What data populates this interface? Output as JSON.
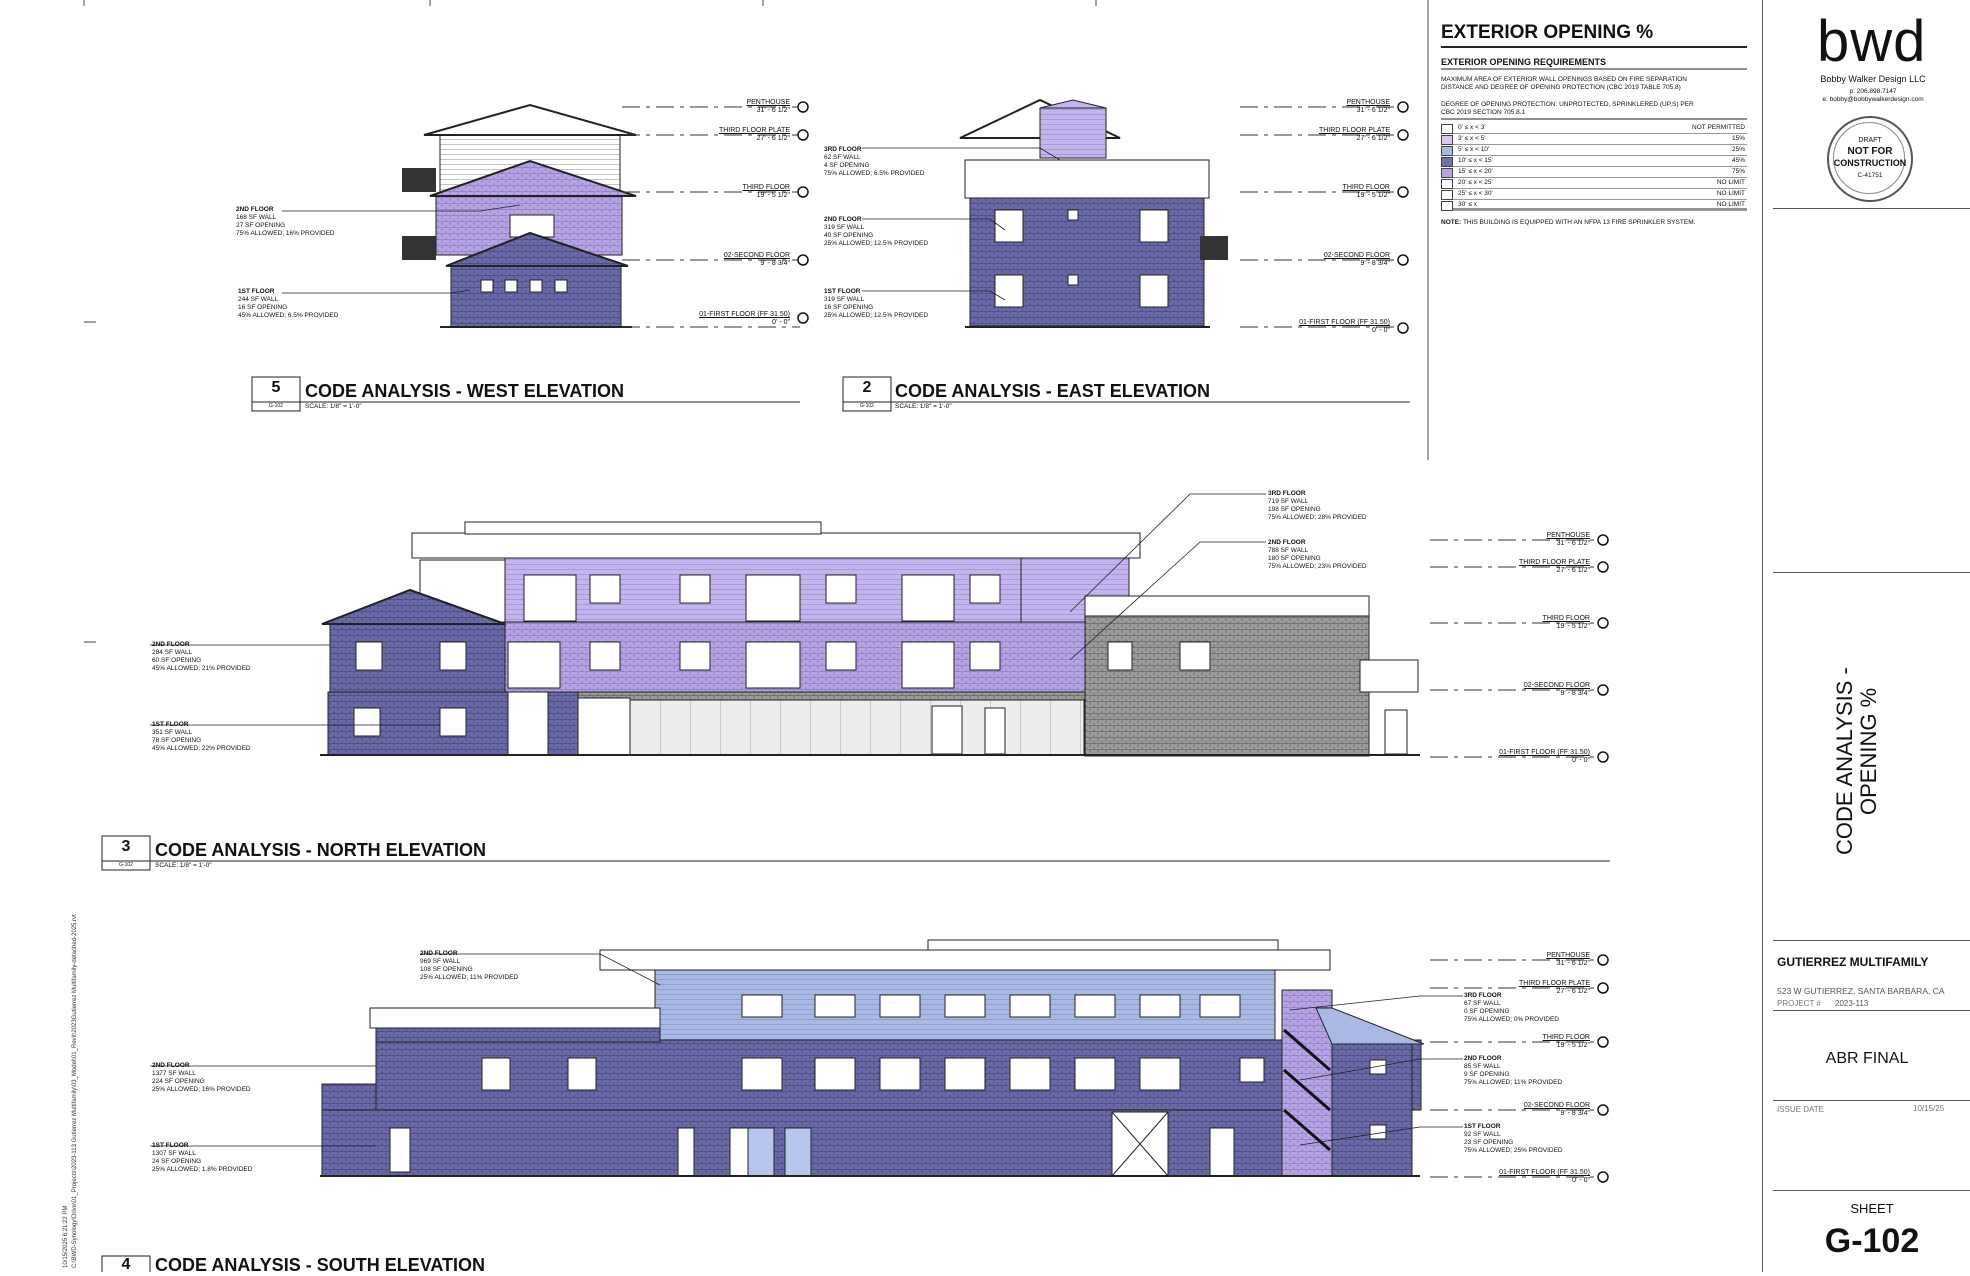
{
  "legend": {
    "title": "EXTERIOR OPENING %",
    "subtitle": "EXTERIOR OPENING REQUIREMENTS",
    "desc1": "MAXIMUM AREA OF EXTERIOR WALL OPENINGS BASED ON FIRE SEPARATION",
    "desc2": "DISTANCE AND DEGREE OF OPENING PROTECTION (CBC 2019 TABLE 705.8)",
    "desc3": "DEGREE OF OPENING PROTECTION: UNPROTECTED, SPRINKLERED (UP,S) PER",
    "desc4": "CBC 2019 SECTION 705.8.1",
    "rows": [
      {
        "range": "0' ≤ x < 3'",
        "value": "NOT PERMITTED",
        "color": "#ffffff"
      },
      {
        "range": "3' ≤ x < 5'",
        "value": "15%",
        "color": "#d9c9f0"
      },
      {
        "range": "5' ≤ x < 10'",
        "value": "25%",
        "color": "#a9b7e0"
      },
      {
        "range": "10' ≤ x < 15'",
        "value": "45%",
        "color": "#6f6fb3"
      },
      {
        "range": "15' ≤ x < 20'",
        "value": "75%",
        "color": "#b7a3e3"
      },
      {
        "range": "20' ≤ x < 25'",
        "value": "NO LIMIT",
        "color": "#ffffff"
      },
      {
        "range": "25' ≤ x < 30'",
        "value": "NO LIMIT",
        "color": "#ffffff"
      },
      {
        "range": "30' ≤ x",
        "value": "NO LIMIT",
        "color": "#ffffff"
      }
    ],
    "note_label": "NOTE:",
    "note": "THIS BUILDING IS EQUIPPED WITH AN NFPA 13 FIRE SPRINKLER SYSTEM."
  },
  "levels": {
    "penthouse": "PENTHOUSE",
    "penthouse_v": "31' - 6 1/2\"",
    "third_plate": "THIRD FLOOR PLATE",
    "third_plate_v": "27' - 6 1/2\"",
    "third": "THIRD FLOOR",
    "third_v": "19' - 5 1/2\"",
    "second": "02-SECOND FLOOR",
    "second_v": "9' - 8 3/4\"",
    "first": "01-FIRST FLOOR (FF 31.50)",
    "first_v": "0' - 0\""
  },
  "west": {
    "num": "5",
    "sheet": "G-102",
    "title": "CODE ANALYSIS - WEST ELEVATION",
    "scale": "SCALE: 1/8\" = 1'-0\"",
    "n2": [
      "2ND FLOOR",
      "168 SF WALL",
      "27 SF OPENING",
      "75% ALLOWED; 16% PROVIDED"
    ],
    "n1": [
      "1ST FLOOR",
      "244 SF WALL",
      "16 SF OPENING",
      "45% ALLOWED; 6.5% PROVIDED"
    ]
  },
  "east": {
    "num": "2",
    "sheet": "G-102",
    "title": "CODE ANALYSIS - EAST ELEVATION",
    "scale": "SCALE: 1/8\" = 1'-0\"",
    "n3": [
      "3RD FLOOR",
      "62 SF WALL",
      "4 SF OPENING",
      "75% ALLOWED; 6.5% PROVIDED"
    ],
    "n2": [
      "2ND FLOOR",
      "319 SF WALL",
      "40 SF OPENING",
      "25% ALLOWED; 12.5% PROVIDED"
    ],
    "n1": [
      "1ST FLOOR",
      "319 SF WALL",
      "16 SF OPENING",
      "25% ALLOWED; 12.5% PROVIDED"
    ]
  },
  "north": {
    "num": "3",
    "sheet": "G-102",
    "title": "CODE ANALYSIS - NORTH ELEVATION",
    "scale": "SCALE: 1/8\" = 1'-0\"",
    "n3": [
      "3RD FLOOR",
      "719 SF WALL",
      "198 SF OPENING",
      "75% ALLOWED; 28% PROVIDED"
    ],
    "n2r": [
      "2ND FLOOR",
      "788 SF WALL",
      "180 SF OPENING",
      "75% ALLOWED; 23% PROVIDED"
    ],
    "n2": [
      "2ND FLOOR",
      "284 SF WALL",
      "60 SF OPENING",
      "45% ALLOWED; 21% PROVIDED"
    ],
    "n1": [
      "1ST FLOOR",
      "351 SF WALL",
      "78 SF OPENING",
      "45% ALLOWED; 22% PROVIDED"
    ]
  },
  "south": {
    "num": "4",
    "title": "CODE ANALYSIS - SOUTH ELEVATION",
    "n2t": [
      "2ND FLOOR",
      "969 SF WALL",
      "108 SF OPENING",
      "25% ALLOWED; 11% PROVIDED"
    ],
    "n2": [
      "2ND FLOOR",
      "1377 SF WALL",
      "224 SF OPENING",
      "25% ALLOWED; 16% PROVIDED"
    ],
    "n1": [
      "1ST FLOOR",
      "1307 SF WALL",
      "24 SF OPENING",
      "25% ALLOWED; 1.8% PROVIDED"
    ],
    "r3": [
      "3RD FLOOR",
      "67 SF WALL",
      "0 SF OPENING",
      "75% ALLOWED; 0% PROVIDED"
    ],
    "r2": [
      "2ND FLOOR",
      "85 SF WALL",
      "9 SF OPENING",
      "75% ALLOWED; 11% PROVIDED"
    ],
    "r1": [
      "1ST FLOOR",
      "92 SF WALL",
      "23 SF OPENING",
      "75% ALLOWED; 25% PROVIDED"
    ]
  },
  "titleblock": {
    "logo": "bwd",
    "firm": "Bobby Walker Design LLC",
    "phone": "p: 206.898.7147",
    "email": "e: bobby@bobbywalkerdesign.com",
    "stamp1": "DRAFT",
    "stamp2": "NOT FOR",
    "stamp3": "CONSTRUCTION",
    "stamp4": "C-41751",
    "sheet_title": "CODE ANALYSIS -",
    "sheet_title2": "OPENING %",
    "project": "GUTIERREZ MULTIFAMILY",
    "address": "523 W GUTIERREZ, SANTA BARBARA, CA",
    "project_label": "PROJECT #",
    "project_no": "2023-113",
    "phase": "ABR FINAL",
    "issue_label": "ISSUE DATE",
    "issue_date": "10/15/25",
    "sheet_label": "SHEET",
    "sheet_no": "G-102"
  },
  "filepath": {
    "date": "10/15/2025 6:21:22 PM",
    "path": "C:\\BWD-Synology\\Drive\\01_Projects\\2023-113 Gutierrez Multifamily\\03_Model\\01_Revit\\2023Gutierrez Multifamily-detached-2025.rvt"
  }
}
